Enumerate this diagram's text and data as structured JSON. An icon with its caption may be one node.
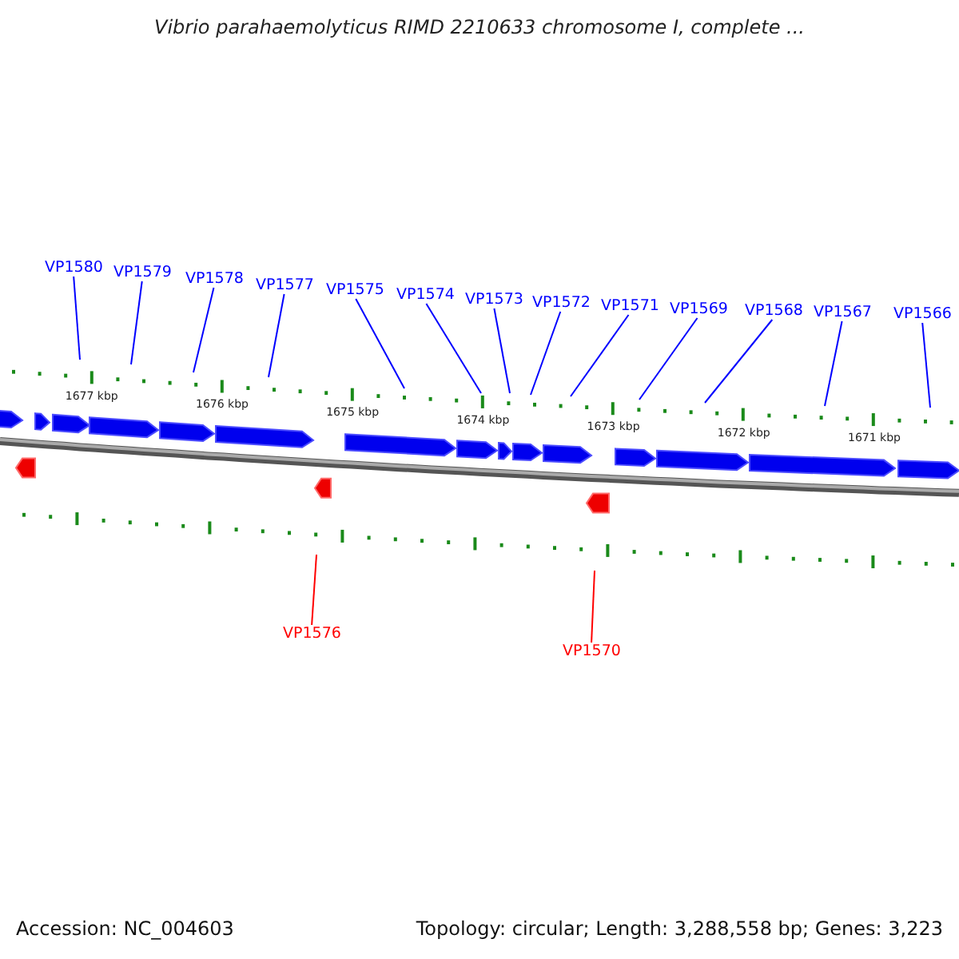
{
  "diagram": {
    "title": "Vibrio parahaemolyticus RIMD 2210633 chromosome I, complete ...",
    "nodes": [
      {
        "text": [
          "VP1580"
        ]
      },
      {
        "text": [
          "VP1579"
        ]
      },
      {
        "text": [
          "VP1578"
        ]
      },
      {
        "text": [
          "VP1577"
        ]
      },
      {
        "text": [
          "VP1575"
        ]
      },
      {
        "text": [
          "VP1574"
        ]
      },
      {
        "text": [
          "VP1573"
        ]
      },
      {
        "text": [
          "VP1572"
        ]
      },
      {
        "text": [
          "VP1571"
        ]
      },
      {
        "text": [
          "VP1569"
        ]
      },
      {
        "text": [
          "VP1568"
        ]
      },
      {
        "text": [
          "VP1567"
        ]
      },
      {
        "text": [
          "VP1566"
        ]
      },
      {
        "text": [
          "VP1576"
        ]
      },
      {
        "text": [
          "VP1570"
        ]
      }
    ],
    "edges": [
      {
        "from": 0,
        "to": null,
        "arrow": "none"
      },
      {
        "from": 1,
        "to": null,
        "arrow": "none"
      },
      {
        "from": 2,
        "to": null,
        "arrow": "none"
      },
      {
        "from": 3,
        "to": null,
        "arrow": "none"
      },
      {
        "from": 4,
        "to": null,
        "arrow": "none"
      },
      {
        "from": 5,
        "to": null,
        "arrow": "none"
      },
      {
        "from": 6,
        "to": null,
        "arrow": "none"
      },
      {
        "from": 7,
        "to": null,
        "arrow": "none"
      },
      {
        "from": 8,
        "to": null,
        "arrow": "none"
      },
      {
        "from": 9,
        "to": null,
        "arrow": "none"
      },
      {
        "from": 10,
        "to": null,
        "arrow": "none"
      },
      {
        "from": 11,
        "to": null,
        "arrow": "none"
      },
      {
        "from": 12,
        "to": null,
        "arrow": "none"
      },
      {
        "from": 13,
        "to": null,
        "arrow": "none",
        "color": "#ff0000"
      },
      {
        "from": 14,
        "to": null,
        "arrow": "none",
        "color": "#ff0000"
      }
    ],
    "labels": [
      "1677 kbp",
      "1676 kbp",
      "1675 kbp",
      "1674 kbp",
      "1673 kbp",
      "1672 kbp",
      "1671 kbp",
      "Accession: NC_004603",
      "Topology: circular; Length: 3,288,558 bp; Genes: 3,223"
    ]
  }
}
